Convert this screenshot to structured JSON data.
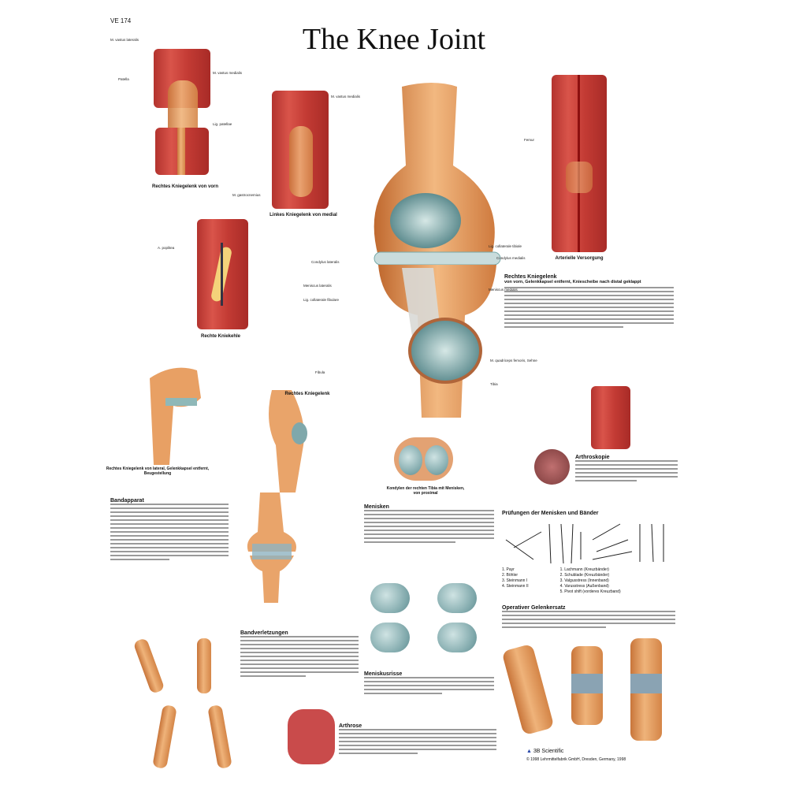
{
  "poster": {
    "code": "VE 174",
    "title": "The Knee Joint",
    "captions": {
      "front_view": "Rechtes Kniegelenk von vorn",
      "medial_view": "Linkes Kniegelenk von medial",
      "popliteal": "Rechte Kniekehle",
      "arterial": "Arterielle Versorgung",
      "lateral_section": "Rechtes Kniegelenk von lateral, Gelenkkapsel entfernt, Beugestellung",
      "sagittal": "Rechtes Kniegelenk",
      "tibia_condyles": "Kondylen der rechten Tibia mit Menisken, von proximal"
    },
    "sections": {
      "main_heading": "Rechtes Kniegelenk",
      "main_sub": "von vorn, Gelenkkapsel entfernt, Kniescheibe nach distal geklappt",
      "bandapparat": "Bandapparat",
      "menisken": "Menisken",
      "arthroskopie": "Arthroskopie",
      "pruefungen": "Prüfungen der Menisken und Bänder",
      "bandverletzungen": "Bandverletzungen",
      "meniskusrisse": "Meniskusrisse",
      "arthrose": "Arthrose",
      "gelenkersatz": "Operativer Gelenkersatz"
    },
    "tests_left": [
      "1. Payr",
      "2. Böhler",
      "3. Steinmann I",
      "4. Steinmann II"
    ],
    "tests_right": [
      "1. Lachmann (Kreuzbänder)",
      "2. Schublade (Kreuzbänder)",
      "3. Valgusstress (Innenband)",
      "4. Varusstress (Außenband)",
      "5. Pivot shift (vorderes Kreuzband)"
    ],
    "labels": {
      "femur": "Femur",
      "patella": "Patella",
      "tibia": "Tibia",
      "fibula": "Fibula",
      "menisc_lat": "Meniscus lateralis",
      "menisc_med": "Meniscus medialis",
      "lig_patellae": "Lig. patellae",
      "condylus_lat": "Condylus lateralis",
      "condylus_med": "Condylus medialis",
      "lig_coll_fib": "Lig. collaterale fibulare",
      "lig_coll_tib": "Lig. collaterale tibiale",
      "vastus_lat": "M. vastus lateralis",
      "vastus_med": "M. vastus medialis",
      "gastrocnemius": "M. gastrocnemius",
      "a_poplitea": "A. poplitea",
      "m_quadriceps": "M. quadriceps femoris, Sehne"
    },
    "publisher": {
      "brand": "3B Scientific",
      "copyright": "© 1998 Lehrmittelfabrik GmbH, Dresden, Germany, 1998"
    }
  }
}
